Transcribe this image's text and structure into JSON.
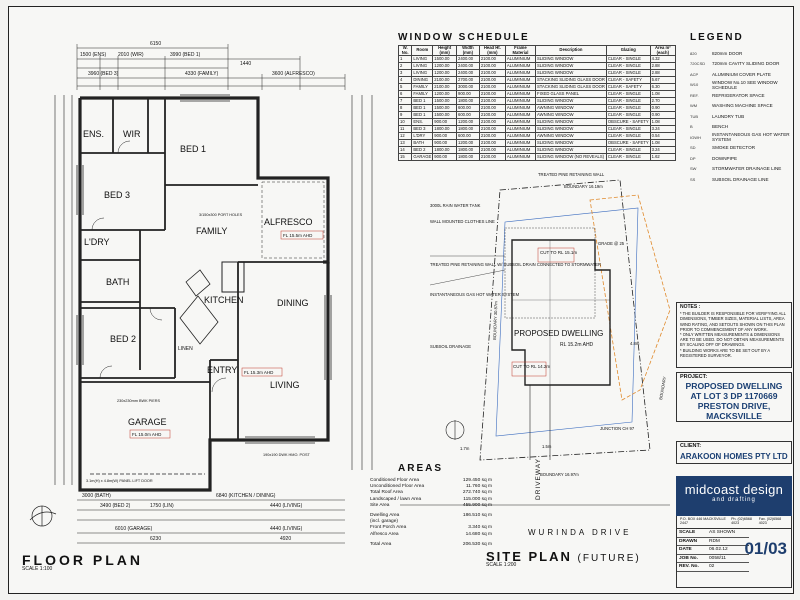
{
  "floor_plan": {
    "title": "FLOOR PLAN",
    "scale": "SCALE 1:100",
    "rooms": {
      "ens": "ENS.",
      "wir": "WIR",
      "bed1": "BED 1",
      "bed3": "BED 3",
      "ldry": "L'DRY",
      "bath": "BATH",
      "bed2": "BED 2",
      "garage": "GARAGE",
      "family": "FAMILY",
      "alfresco": "ALFRESCO",
      "kitchen": "KITCHEN",
      "dining": "DINING",
      "entry": "ENTRY",
      "living": "LIVING",
      "linen": "LINEN"
    },
    "top_dims": [
      "6150",
      "1500 (ENS)",
      "2010 (WIR)",
      "3990 (BED 1)",
      "1440",
      "3960 (BED 3)",
      "4330 (FAMILY)",
      "3600 (ALFRESCO)"
    ],
    "bottom_dims": [
      "3000 (BATH)",
      "6840 (KITCHEN / DINING)",
      "3490 (BED 2)",
      "1750 (LIN)",
      "4440 (LIVING)",
      "6010 (GARAGE)",
      "4440 (LIVING)",
      "6230",
      "4920"
    ],
    "rl_labels": [
      "FL 15.5m AHD",
      "FL 15.3m AHD",
      "FL 15.0m AHD"
    ],
    "notes": [
      "3/150x300 PORT HOLES",
      "230x230mm BWK PIERS",
      "3.1m(H) x 4.8m(W) PANEL LIFT DOOR",
      "190x190 DWK HMO. POST"
    ]
  },
  "window_schedule": {
    "title": "WINDOW SCHEDULE",
    "headers": [
      "W. No.",
      "Room",
      "Height (mm)",
      "Width (mm)",
      "Head Ht. (mm)",
      "Frame Material",
      "Description",
      "Glazing",
      "Area m² (each)"
    ],
    "rows": [
      [
        "1",
        "LIVING",
        "1500.00",
        "2400.00",
        "2100.00",
        "ALUMINIUM",
        "SLIDING WINDOW",
        "CLEAR - SINGLE",
        "4.32"
      ],
      [
        "2",
        "LIVING",
        "1200.00",
        "2400.00",
        "2100.00",
        "ALUMINIUM",
        "SLIDING WINDOW",
        "CLEAR - SINGLE",
        "2.88"
      ],
      [
        "3",
        "LIVING",
        "1200.00",
        "2400.00",
        "2100.00",
        "ALUMINIUM",
        "SLIDING WINDOW",
        "CLEAR - SINGLE",
        "2.88"
      ],
      [
        "4",
        "DINING",
        "2100.00",
        "2700.00",
        "2100.00",
        "ALUMINIUM",
        "STACKING SLIDING GLASS DOOR",
        "CLEAR - SAFETY",
        "5.67"
      ],
      [
        "5",
        "FAMILY",
        "2100.00",
        "3000.00",
        "2100.00",
        "ALUMINIUM",
        "STACKING SLIDING GLASS DOOR",
        "CLEAR - SAFETY",
        "6.30"
      ],
      [
        "6",
        "FAMILY",
        "1200.00",
        "900.00",
        "2100.00",
        "ALUMINIUM",
        "FIXED GLASS PANEL",
        "CLEAR - SINGLE",
        "1.08"
      ],
      [
        "7",
        "BED 1",
        "1500.00",
        "1800.00",
        "2100.00",
        "ALUMINIUM",
        "SLIDING WINDOW",
        "CLEAR - SINGLE",
        "2.70"
      ],
      [
        "8",
        "BED 1",
        "1500.00",
        "600.00",
        "2100.00",
        "ALUMINIUM",
        "AWNING WINDOW",
        "CLEAR - SINGLE",
        "0.90"
      ],
      [
        "9",
        "BED 1",
        "1500.00",
        "600.00",
        "2100.00",
        "ALUMINIUM",
        "AWNING WINDOW",
        "CLEAR - SINGLE",
        "0.90"
      ],
      [
        "10",
        "ENS.",
        "900.00",
        "1200.00",
        "2100.00",
        "ALUMINIUM",
        "SLIDING WINDOW",
        "OBSCURE - SAFETY",
        "1.08"
      ],
      [
        "11",
        "BED 3",
        "1800.00",
        "1800.00",
        "2100.00",
        "ALUMINIUM",
        "SLIDING WINDOW",
        "CLEAR - SINGLE",
        "3.24"
      ],
      [
        "12",
        "L'DRY",
        "900.00",
        "600.00",
        "2100.00",
        "ALUMINIUM",
        "AWNING WINDOW",
        "CLEAR - SINGLE",
        "0.54"
      ],
      [
        "13",
        "BATH",
        "900.00",
        "1200.00",
        "2100.00",
        "ALUMINIUM",
        "SLIDING WINDOW",
        "OBSCURE - SAFETY",
        "1.08"
      ],
      [
        "14",
        "BED 2",
        "1800.00",
        "1800.00",
        "2100.00",
        "ALUMINIUM",
        "SLIDING WINDOW",
        "CLEAR - SINGLE",
        "3.24"
      ],
      [
        "15",
        "GARAGE",
        "900.00",
        "1800.00",
        "2100.00",
        "ALUMINIUM",
        "SLIDING WINDOW (NO REVEALS)",
        "CLEAR - SINGLE",
        "1.62"
      ]
    ]
  },
  "legend": {
    "title": "LEGEND",
    "items": [
      {
        "sym": "820",
        "label": "820mm DOOR"
      },
      {
        "sym": "720CSD",
        "label": "720mm CAVITY SLIDING DOOR"
      },
      {
        "sym": "ACP",
        "label": "ALUMINIUM COVER PLATE"
      },
      {
        "sym": "W10",
        "label": "WINDOW No.10 SEE WINDOW SCHEDULE"
      },
      {
        "sym": "REF.",
        "label": "REFRIGERATOR SPACE"
      },
      {
        "sym": "WM",
        "label": "WASHING MACHINE SPACE"
      },
      {
        "sym": "TUB",
        "label": "LAUNDRY TUB"
      },
      {
        "sym": "B",
        "label": "BENCH"
      },
      {
        "sym": "IGWH",
        "label": "INSTANTANEOUS GAS HOT WATER SYSTEM"
      },
      {
        "sym": "SD",
        "label": "SMOKE DETECTOR"
      },
      {
        "sym": "DP",
        "label": "DOWNPIPE"
      },
      {
        "sym": "SW",
        "label": "STORMWATER DRAINAGE LINE"
      },
      {
        "sym": "SS",
        "label": "SUBSOIL DRAINAGE LINE"
      }
    ]
  },
  "site_plan": {
    "title": "SITE PLAN",
    "subtitle": "(FUTURE)",
    "scale": "SCALE 1:200",
    "dwelling": "PROPOSED DWELLING",
    "rl": "RL 15.2m AHD",
    "street": "WURINDA DRIVE",
    "driveway": "DRIVEWAY",
    "labels": {
      "rainwater": "3000L RAIN WATER TANK",
      "clothes": "WALL MOUNTED CLOTHES LINE",
      "retaining1": "TREATED PINE RETAINING WALL",
      "retaining2": "TREATED PINE RETAINING WALL W/ SUBSOIL DRAIN CONNECTED TO STORMWATER",
      "gas": "INSTANTANEOUS GAS HOT WATER SYSTEM",
      "subsoil": "SUBSOIL DRAINAGE",
      "cut1": "CUT TO RL 15.1m",
      "cut2": "CUT TO RL 14.2m",
      "grade": "GRADE @ 25",
      "junction": "JUNCTION CH 97",
      "boundary_top": "BOUNDARY 16.19m",
      "boundary_bottom": "BOUNDARY 16.97m",
      "boundary_left": "BOUNDARY 30.87m",
      "boundary_right": "BOUNDARY",
      "setback1": "1.7m",
      "setback2": "1.5m",
      "setback3": "4.8m"
    }
  },
  "areas": {
    "title": "AREAS",
    "rows": [
      {
        "label": "Conditioned Floor Area",
        "value": "129.450 sq m"
      },
      {
        "label": "Unconditioned Floor Area",
        "value": "11.760 sq m"
      },
      {
        "label": "Total Roof Area",
        "value": "272.740 sq m"
      },
      {
        "label": "Landscaped / lawn Area",
        "value": "115.000 sq m"
      },
      {
        "label": "Site Area",
        "value": "455.900 sq m"
      }
    ],
    "rows2": [
      {
        "label": "Dwelling Area",
        "value": "186.510 sq m"
      },
      {
        "label": "(incl. garage)",
        "value": ""
      },
      {
        "label": "Front Porch Area",
        "value": "3.340 sq m"
      },
      {
        "label": "Alfresco Area",
        "value": "14.680 sq m"
      }
    ],
    "total": {
      "label": "Total Area",
      "value": "206.530 sq m"
    }
  },
  "notes": {
    "title": "NOTES :",
    "items": [
      "* THE BUILDER IS RESPONSIBLE FOR VERIFYING ALL DIMENSIONS, TIMBER SIZES, MATERIAL LISTS, AREA WIND RATING, AND SETOUTS SHOWN ON THIS PLAN PRIOR TO COMMENCEMENT OF ANY WORK.",
      "* ONLY WRITTEN MEASUREMENTS & DIMENSIONS ARE TO BE USED. DO NOT OBTAIN MEASUREMENTS BY SCALING OFF OF DRAWINGS.",
      "* BUILDING WORKS ARE TO BE SET OUT BY A REGISTERED SURVEYOR."
    ]
  },
  "project": {
    "label": "PROJECT:",
    "lines": [
      "PROPOSED DWELLING",
      "AT LOT 3 DP 1170669",
      "PRESTON DRIVE,",
      "MACKSVILLE"
    ]
  },
  "client": {
    "label": "CLIENT:",
    "name": "ARAKOON HOMES PTY LTD"
  },
  "brand": {
    "name": "midcoast design",
    "tagline": "and drafting"
  },
  "contact": {
    "po": "P.O. BOX 446 MACKSVILLE 2447",
    "ph": "Ph. (02)6568 4023",
    "fax": "Fax. (02)6568 4023"
  },
  "title_block": {
    "rows": [
      {
        "k": "SCALE",
        "v": "AS SHOWN"
      },
      {
        "k": "DRAWN",
        "v": "RDM"
      },
      {
        "k": "DATE",
        "v": "06.02.12"
      },
      {
        "k": "JOB No.",
        "v": "0058/11"
      },
      {
        "k": "REV. No.",
        "v": "02"
      }
    ],
    "sheet": "01/03"
  }
}
